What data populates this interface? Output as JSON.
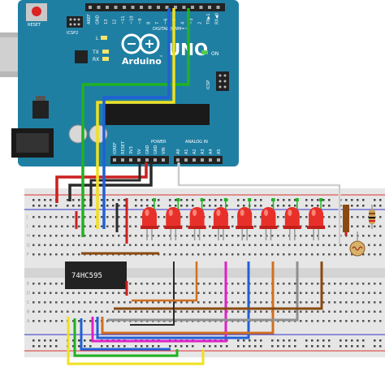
{
  "arduino": {
    "reset_label": "RESET",
    "icsp2_label": "ICSP2",
    "icsp_label": "ICSP",
    "l_label": "L",
    "tx_label": "TX",
    "rx_label": "RX",
    "on_label": "ON",
    "brand": "Arduino",
    "trademark": "™",
    "model": "UNO",
    "digital_label": "DIGITAL (PWM=~)",
    "power_label": "POWER",
    "analog_label": "ANALOG IN",
    "top_pins": [
      "AREF",
      "GND",
      "13",
      "12",
      "~11",
      "~10",
      "~9",
      "8",
      "7",
      "~6",
      "~5",
      "4",
      "~3",
      "2",
      "TX▶1",
      "RX◀0"
    ],
    "power_pins": [
      "IOREF",
      "RESET",
      "3V3",
      "5V",
      "GND",
      "GND",
      "VIN"
    ],
    "analog_pins": [
      "A0",
      "A1",
      "A2",
      "A3",
      "A4",
      "A5"
    ]
  },
  "breadboard": {
    "chip_label": "74HC595",
    "row_letters_top": [
      "J",
      "I",
      "H",
      "G",
      "F"
    ],
    "row_letters_bottom": [
      "E",
      "D",
      "C",
      "B",
      "A"
    ]
  },
  "components": {
    "led_count": 8,
    "led_color": "#e8302a",
    "resistor": "resistor",
    "ldr": "photoresistor"
  },
  "colors": {
    "board": "#1f7fa3",
    "wire_red": "#cc1f1f",
    "wire_black": "#2a2a2a",
    "wire_green": "#1fb31f",
    "wire_yellow": "#f0e020",
    "wire_blue": "#2060d8",
    "wire_white": "#e8e8e8",
    "wire_orange": "#d07020",
    "wire_magenta": "#e020c8",
    "wire_brown": "#8a4a10",
    "wire_gray": "#909090"
  }
}
